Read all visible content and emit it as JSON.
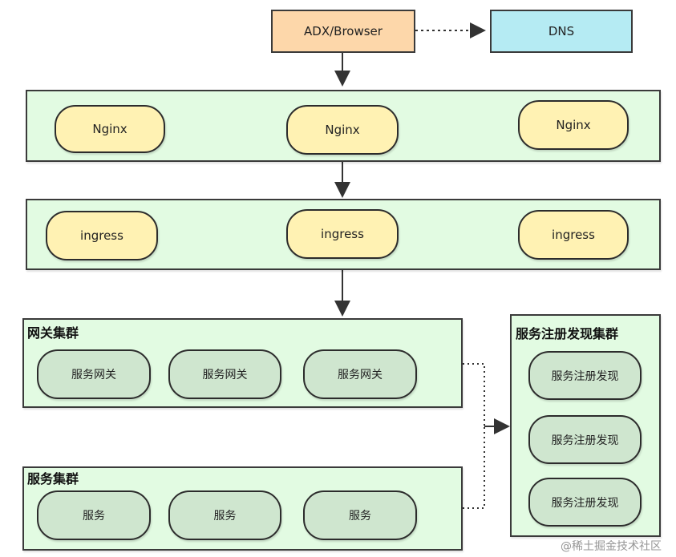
{
  "top": {
    "client_label": "ADX/Browser",
    "dns_label": "DNS"
  },
  "nginx_layer": {
    "nodes": [
      "Nginx",
      "Nginx",
      "Nginx"
    ]
  },
  "ingress_layer": {
    "nodes": [
      "ingress",
      "ingress",
      "ingress"
    ]
  },
  "gateway_cluster": {
    "title": "网关集群",
    "nodes": [
      "服务网关",
      "服务网关",
      "服务网关"
    ]
  },
  "service_cluster": {
    "title": "服务集群",
    "nodes": [
      "服务",
      "服务",
      "服务"
    ]
  },
  "registry_cluster": {
    "title": "服务注册发现集群",
    "nodes": [
      "服务注册发现",
      "服务注册发现",
      "服务注册发现"
    ]
  },
  "colors": {
    "client_box": "#fdd7aa",
    "dns_box": "#b5ebf3",
    "panel_bg": "#e2fbe2",
    "yellow_node": "#fff2b3",
    "green_node": "#cfe6cf"
  },
  "watermark": "@稀土掘金技术社区"
}
